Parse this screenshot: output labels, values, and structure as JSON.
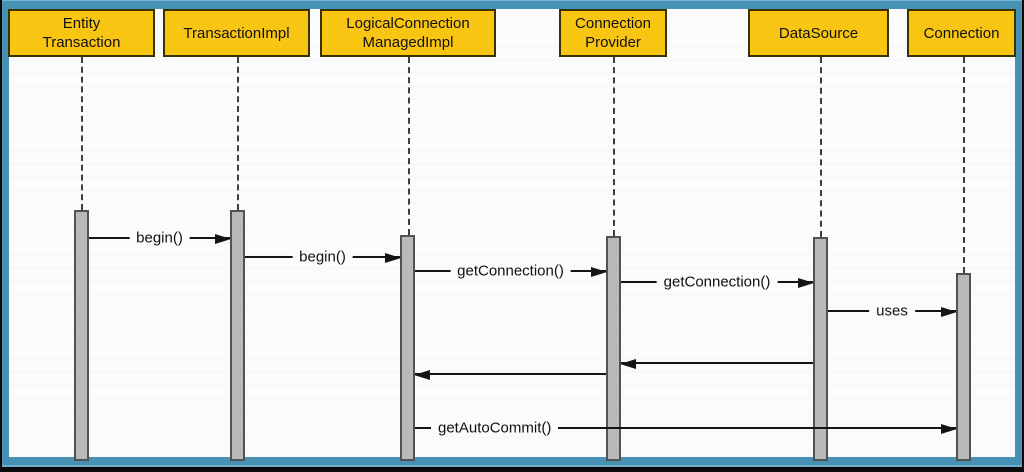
{
  "colors": {
    "frame_teal": "#4791b5",
    "frame_black": "#0a0a0a",
    "paper_white": "#fbfbfb",
    "actor_fill": "#f9c513",
    "actor_border": "#3a3000",
    "activation_fill": "#b9b9b9",
    "activation_border": "#525252",
    "line_black": "#141414"
  },
  "diagram": {
    "type": "uml-sequence-diagram",
    "actors": [
      {
        "id": "entity-transaction",
        "lines": [
          "Entity",
          "Transaction"
        ]
      },
      {
        "id": "transaction-impl",
        "lines": [
          "TransactionImpl"
        ]
      },
      {
        "id": "logical-connection-managed-impl",
        "lines": [
          "LogicalConnection",
          "ManagedImpl"
        ]
      },
      {
        "id": "connection-provider",
        "lines": [
          "Connection",
          "Provider"
        ]
      },
      {
        "id": "data-source",
        "lines": [
          "DataSource"
        ]
      },
      {
        "id": "connection",
        "lines": [
          "Connection"
        ]
      }
    ],
    "messages": [
      {
        "label": "begin()",
        "from": "Entity Transaction",
        "to": "TransactionImpl",
        "type": "call",
        "direction": "right"
      },
      {
        "label": "begin()",
        "from": "TransactionImpl",
        "to": "LogicalConnectionManagedImpl",
        "type": "call",
        "direction": "right"
      },
      {
        "label": "getConnection()",
        "from": "LogicalConnectionManagedImpl",
        "to": "Connection Provider",
        "type": "call",
        "direction": "right"
      },
      {
        "label": "getConnection()",
        "from": "Connection Provider",
        "to": "DataSource",
        "type": "call",
        "direction": "right"
      },
      {
        "label": "uses",
        "from": "DataSource",
        "to": "Connection",
        "type": "call",
        "direction": "right"
      },
      {
        "label": "",
        "from": "DataSource",
        "to": "Connection Provider",
        "type": "return",
        "direction": "left"
      },
      {
        "label": "",
        "from": "Connection Provider",
        "to": "LogicalConnectionManagedImpl",
        "type": "return",
        "direction": "left"
      },
      {
        "label": "getAutoCommit()",
        "from": "LogicalConnectionManagedImpl",
        "to": "Connection",
        "type": "call",
        "direction": "right"
      }
    ]
  }
}
